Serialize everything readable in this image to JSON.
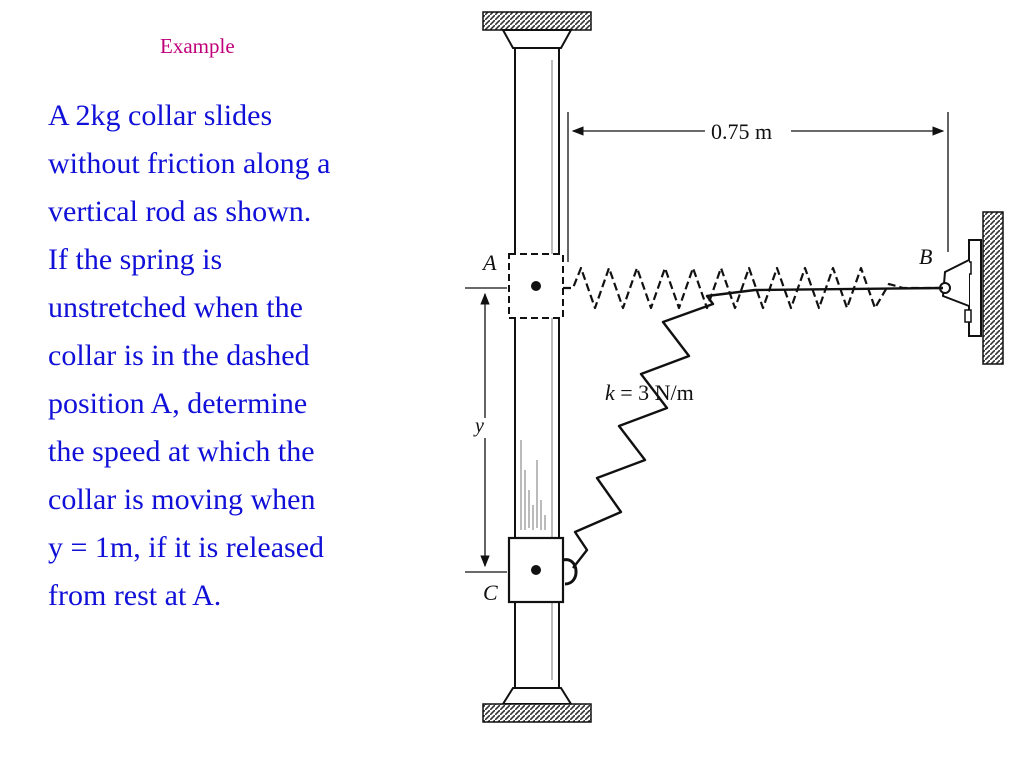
{
  "slide": {
    "title": "Example",
    "text_color": "#1010d8",
    "title_color": "#c0007a"
  },
  "problem": {
    "lines": [
      "A 2kg collar slides",
      "without friction along a",
      "vertical rod as shown.",
      "If the spring is",
      "unstretched when the",
      "collar is in the dashed",
      "position A, determine",
      "the speed at which the",
      "collar is moving when",
      "y = 1m, if it is released",
      "from rest at A."
    ]
  },
  "figure": {
    "label_A": "A",
    "label_B": "B",
    "label_C": "C",
    "label_y": "y",
    "dimension": "0.75 m",
    "spring_k_symbol": "k",
    "spring_k_value": "= 3 N/m"
  }
}
